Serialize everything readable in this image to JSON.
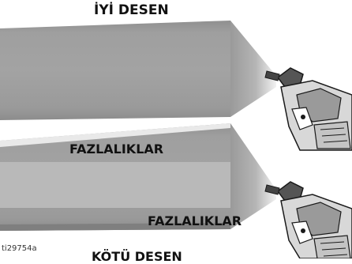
{
  "labels": {
    "good_pattern": "İYİ DESEN",
    "excess_top": "FAZLALIKLAR",
    "excess_bottom": "FAZLALIKLAR",
    "bad_pattern": "KÖTÜ DESEN"
  },
  "figure_id": "ti29754a",
  "colors": {
    "spray_fill": "#9d9d9d",
    "spray_highlight": "#c9c9c9",
    "gun_body": "#d8d8d8",
    "outline": "#1a1a1a"
  },
  "icons": [
    "spray-gun-icon",
    "spray-gun-icon"
  ]
}
